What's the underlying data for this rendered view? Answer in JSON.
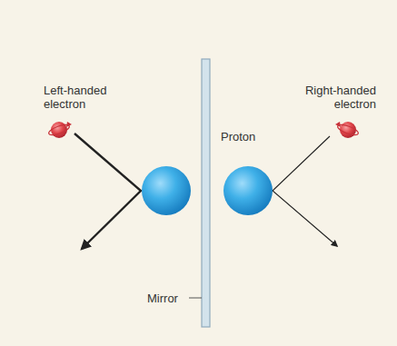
{
  "diagram": {
    "labels": [
      "Left-handed electron",
      "Right-handed electron",
      "Proton",
      "Mirror"
    ]
  }
}
